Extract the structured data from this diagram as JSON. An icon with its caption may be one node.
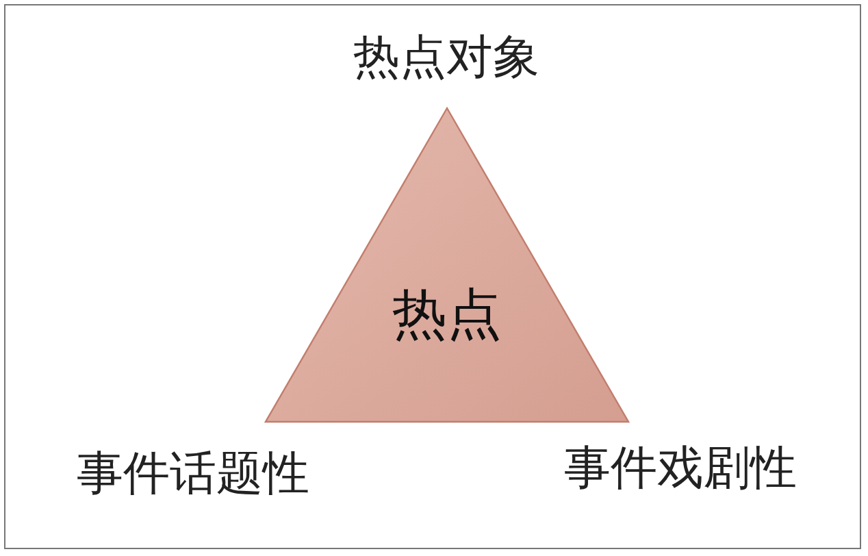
{
  "diagram": {
    "nodes": [
      {
        "text": [
          "热点"
        ]
      }
    ],
    "labels": [
      "热点对象",
      "事件话题性",
      "事件戏剧性"
    ]
  }
}
